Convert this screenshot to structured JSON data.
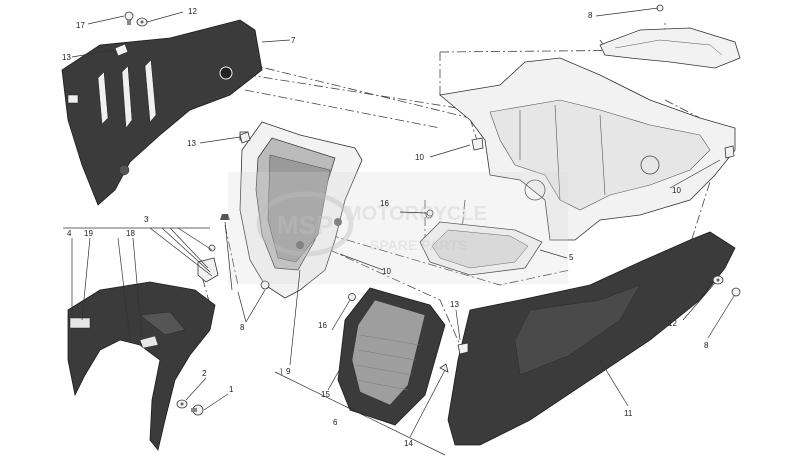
{
  "callouts": [
    {
      "id": "c1",
      "text": "1"
    },
    {
      "id": "c2",
      "text": "2"
    },
    {
      "id": "c3",
      "text": "3"
    },
    {
      "id": "c4",
      "text": "4"
    },
    {
      "id": "c5",
      "text": "5"
    },
    {
      "id": "c6",
      "text": "6"
    },
    {
      "id": "c7",
      "text": "7"
    },
    {
      "id": "c8a",
      "text": "8"
    },
    {
      "id": "c8b",
      "text": "8"
    },
    {
      "id": "c8c",
      "text": "8"
    },
    {
      "id": "c9",
      "text": "9"
    },
    {
      "id": "c10a",
      "text": "10"
    },
    {
      "id": "c10b",
      "text": "10"
    },
    {
      "id": "c10c",
      "text": "10"
    },
    {
      "id": "c11",
      "text": "11"
    },
    {
      "id": "c12a",
      "text": "12"
    },
    {
      "id": "c12b",
      "text": "12"
    },
    {
      "id": "c13a",
      "text": "13"
    },
    {
      "id": "c13b",
      "text": "13"
    },
    {
      "id": "c13c",
      "text": "13"
    },
    {
      "id": "c14",
      "text": "14"
    },
    {
      "id": "c15",
      "text": "15"
    },
    {
      "id": "c16a",
      "text": "16"
    },
    {
      "id": "c16b",
      "text": "16"
    },
    {
      "id": "c17",
      "text": "17"
    },
    {
      "id": "c18",
      "text": "18"
    },
    {
      "id": "c19",
      "text": "19"
    }
  ],
  "watermark": {
    "badge": "MSP",
    "line1": "MOTORCYCLE",
    "line2": "SPARE PARTS"
  },
  "colors": {
    "part_dark": "#3b3b3b",
    "part_light": "#f2f2f2",
    "watermark": "#c9c9c9"
  }
}
